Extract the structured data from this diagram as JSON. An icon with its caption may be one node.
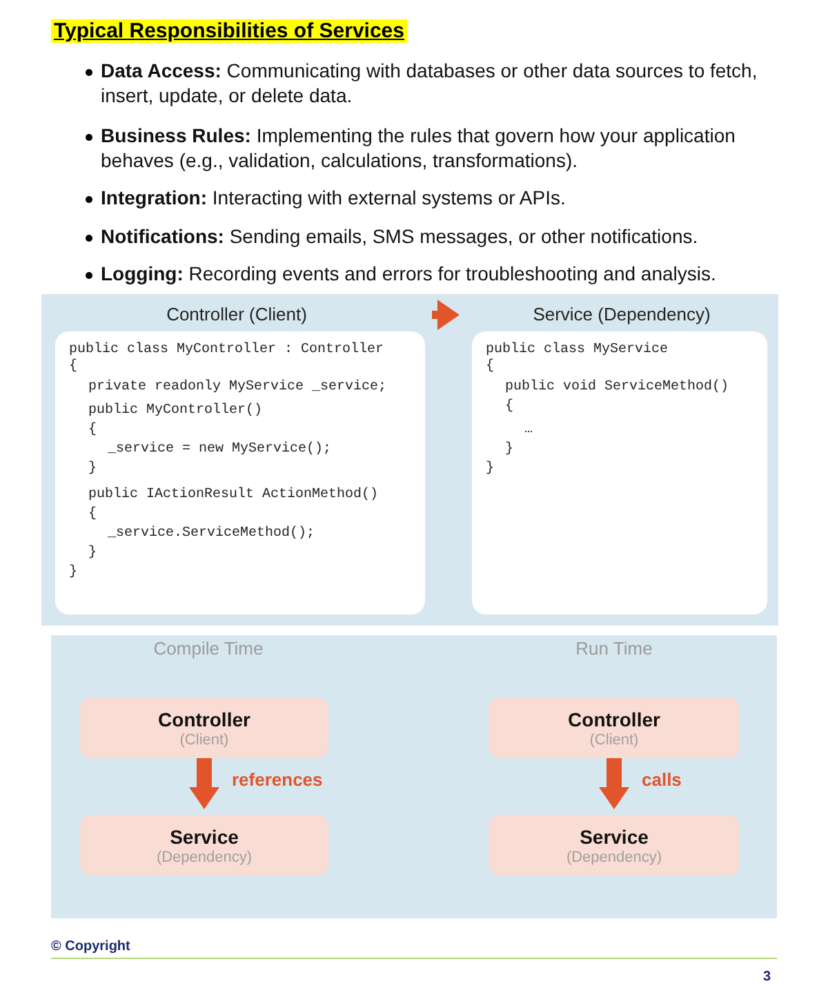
{
  "diagram": {
    "title": "Typical Responsibilities of Services",
    "nodes": [
      {
        "text": [
          "Controller (Client)"
        ]
      },
      {
        "text": [
          "public class MyController : Controller",
          "{",
          "private readonly MyService _service;",
          "public MyController()",
          "{",
          "_service = new MyService();",
          "}",
          "public IActionResult ActionMethod()",
          "{",
          "_service.ServiceMethod();",
          "}",
          "}"
        ],
        "in": 0
      },
      {
        "text": [
          "Service (Dependency)"
        ]
      },
      {
        "text": [
          "public class MyService",
          "{",
          "public void ServiceMethod()",
          "{",
          "…",
          "}",
          "}"
        ],
        "in": 2
      },
      {
        "text": [
          "Compile Time"
        ]
      },
      {
        "text": [
          "Controller",
          "(Client)"
        ],
        "in": 4
      },
      {
        "text": [
          "Service",
          "(Dependency)"
        ],
        "in": 4
      },
      {
        "text": [
          "Run Time"
        ]
      },
      {
        "text": [
          "Controller",
          "(Client)"
        ],
        "in": 7
      },
      {
        "text": [
          "Service",
          "(Dependency)"
        ],
        "in": 7
      }
    ],
    "edges": [
      {
        "from": 0,
        "to": 2,
        "arrow": "to"
      },
      {
        "from": 5,
        "to": 6,
        "arrow": "to",
        "label": "references"
      },
      {
        "from": 8,
        "to": 9,
        "arrow": "to",
        "label": "calls"
      }
    ],
    "labels": [
      "**Data Access:** Communicating with databases or other data sources to fetch, insert, update, or delete data.",
      "**Business Rules:** Implementing the rules that govern how your application behaves (e.g., validation, calculations, transformations).",
      "**Integration:** Interacting with external systems or APIs.",
      "**Notifications:** Sending emails, SMS messages, or other notifications.",
      "**Logging:** Recording events and errors for troubleshooting and analysis.",
      "© Copyright",
      "3"
    ]
  }
}
